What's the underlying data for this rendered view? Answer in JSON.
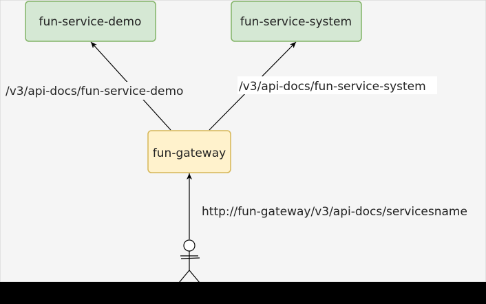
{
  "nodes": {
    "demo": {
      "label": "fun-service-demo",
      "fill": "#d5e8d4",
      "stroke": "#82b366"
    },
    "system": {
      "label": "fun-service-system",
      "fill": "#d5e8d4",
      "stroke": "#82b366"
    },
    "gateway": {
      "label": "fun-gateway",
      "fill": "#fff2cc",
      "stroke": "#d6b656"
    }
  },
  "edges": {
    "to_demo": {
      "label": "/v3/api-docs/fun-service-demo"
    },
    "to_system": {
      "label": "/v3/api-docs/fun-service-system"
    },
    "to_gateway": {
      "label": "http://fun-gateway/v3/api-docs/servicesname"
    }
  },
  "colors": {
    "background": "#f5f5f5",
    "bottom_bar": "#000000",
    "line": "#000000"
  },
  "actor_icon": "stick-figure-icon"
}
